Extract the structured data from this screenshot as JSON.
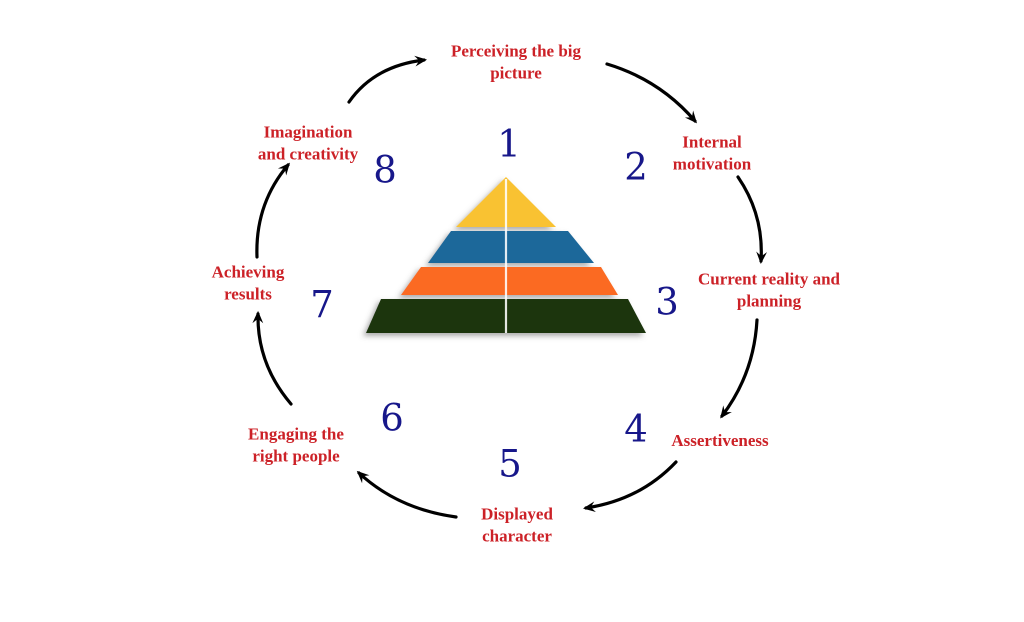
{
  "diagram": {
    "type": "cycle-around-pyramid",
    "background": "#ffffff",
    "colors": {
      "label_red": "#cc2127",
      "number_navy": "#17178a",
      "arrow_black": "#000000"
    },
    "cycle_items": [
      {
        "number": "1",
        "label": "Perceiving the big picture",
        "lines": [
          "Perceiving the big",
          "picture"
        ]
      },
      {
        "number": "2",
        "label": "Internal motivation",
        "lines": [
          "Internal",
          "motivation"
        ]
      },
      {
        "number": "3",
        "label": "Current reality and planning",
        "lines": [
          "Current reality and",
          "planning"
        ]
      },
      {
        "number": "4",
        "label": "Assertiveness",
        "lines": [
          "Assertiveness"
        ]
      },
      {
        "number": "5",
        "label": "Displayed character",
        "lines": [
          "Displayed",
          "character"
        ]
      },
      {
        "number": "6",
        "label": "Engaging the right people",
        "lines": [
          "Engaging the",
          "right people"
        ]
      },
      {
        "number": "7",
        "label": "Achieving results",
        "lines": [
          "Achieving",
          "results"
        ]
      },
      {
        "number": "8",
        "label": "Imagination and creativity",
        "lines": [
          "Imagination",
          "and creativity"
        ]
      }
    ],
    "pyramid_levels": [
      {
        "name": "level-1-top",
        "color": "#f9c230"
      },
      {
        "name": "level-2",
        "color": "#1b679a"
      },
      {
        "name": "level-3",
        "color": "#fb6a20"
      },
      {
        "name": "level-4-bottom",
        "color": "#1b3608"
      }
    ]
  }
}
